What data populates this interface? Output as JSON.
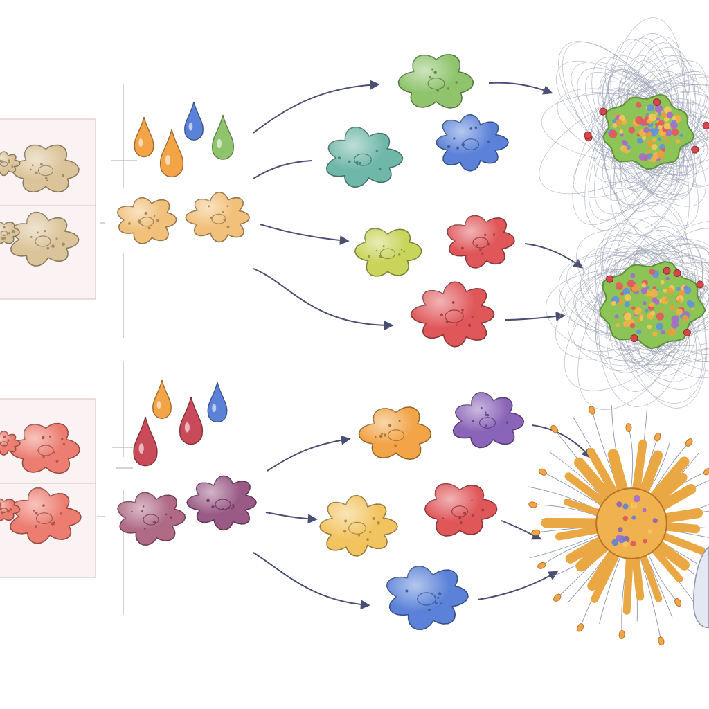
{
  "colors": {
    "background": "#ffffff",
    "panel_fill": "#fbf3f3",
    "panel_border": "#d9c9c9",
    "axis_line": "#b9b9b9",
    "arrow": "#4a4e72",
    "fiber": "#9aa0b4"
  },
  "groups": [
    {
      "name": "upper-pathway",
      "panel_cells": [
        "beige",
        "beige"
      ],
      "droplets": [
        "orange",
        "orange",
        "blue",
        "green"
      ],
      "source_cells": [
        "light-orange",
        "light-orange"
      ],
      "targets": [
        {
          "cell": "green",
          "outcome": "fibrous-green-cluster"
        },
        {
          "cell": "teal",
          "outcome": "fibrous-green-cluster"
        },
        {
          "cell": "blue",
          "outcome": "fibrous-green-cluster"
        },
        {
          "cell": "yellow-green",
          "outcome": "fibrous-green-cluster"
        },
        {
          "cell": "red",
          "outcome": "fibrous-green-cluster"
        },
        {
          "cell": "red",
          "outcome": "fibrous-green-cluster"
        }
      ],
      "outcomes": [
        "fibrous-green-cluster",
        "fibrous-green-cluster"
      ]
    },
    {
      "name": "lower-pathway",
      "panel_cells": [
        "salmon",
        "salmon"
      ],
      "droplets": [
        "orange",
        "blue",
        "crimson",
        "crimson"
      ],
      "source_cells": [
        "mauve",
        "plum"
      ],
      "targets": [
        {
          "cell": "orange",
          "outcome": "spiky-orange-cell"
        },
        {
          "cell": "purple",
          "outcome": "spiky-orange-cell"
        },
        {
          "cell": "yellow",
          "outcome": "spiky-orange-cell"
        },
        {
          "cell": "red",
          "outcome": "spiky-orange-cell"
        },
        {
          "cell": "blue",
          "outcome": "spiky-orange-cell"
        }
      ],
      "outcomes": [
        "spiky-orange-cell"
      ]
    }
  ],
  "palette": {
    "beige": "#dcc49a",
    "light-orange": "#f1c07a",
    "orange": "#f2a447",
    "blue": "#5b82d8",
    "green": "#8fc46d",
    "teal": "#6fb7a8",
    "yellow-green": "#c9d45a",
    "red": "#e0575a",
    "salmon": "#ec7d70",
    "crimson": "#c94a58",
    "mauve": "#b06a86",
    "plum": "#9a5a86",
    "purple": "#8a64b8",
    "yellow": "#f2c460"
  }
}
